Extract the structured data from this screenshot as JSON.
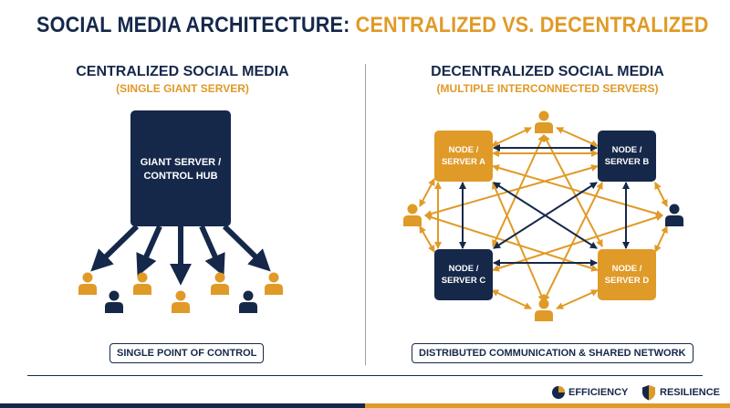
{
  "title": {
    "part1": "SOCIAL MEDIA ARCHITECTURE: ",
    "part2": "CENTRALIZED VS. DECENTRALIZED"
  },
  "left": {
    "title": "CENTRALIZED SOCIAL MEDIA",
    "subtitle": "(SINGLE GIANT SERVER)",
    "server_line1": "GIANT SERVER /",
    "server_line2": "CONTROL HUB",
    "caption": "SINGLE POINT OF CONTROL"
  },
  "right": {
    "title": "DECENTRALIZED SOCIAL MEDIA",
    "subtitle": "(MULTIPLE INTERCONNECTED SERVERS)",
    "nodes": [
      {
        "line1": "NODE /",
        "line2": "SERVER A"
      },
      {
        "line1": "NODE /",
        "line2": "SERVER B"
      },
      {
        "line1": "NODE /",
        "line2": "SERVER C"
      },
      {
        "line1": "NODE /",
        "line2": "SERVER D"
      }
    ],
    "caption": "DISTRIBUTED COMMUNICATION & SHARED NETWORK"
  },
  "legend": {
    "efficiency": "EFFICIENCY",
    "resilience": "RESILIENCE"
  },
  "colors": {
    "navy": "#16284a",
    "gold": "#e09a27"
  }
}
